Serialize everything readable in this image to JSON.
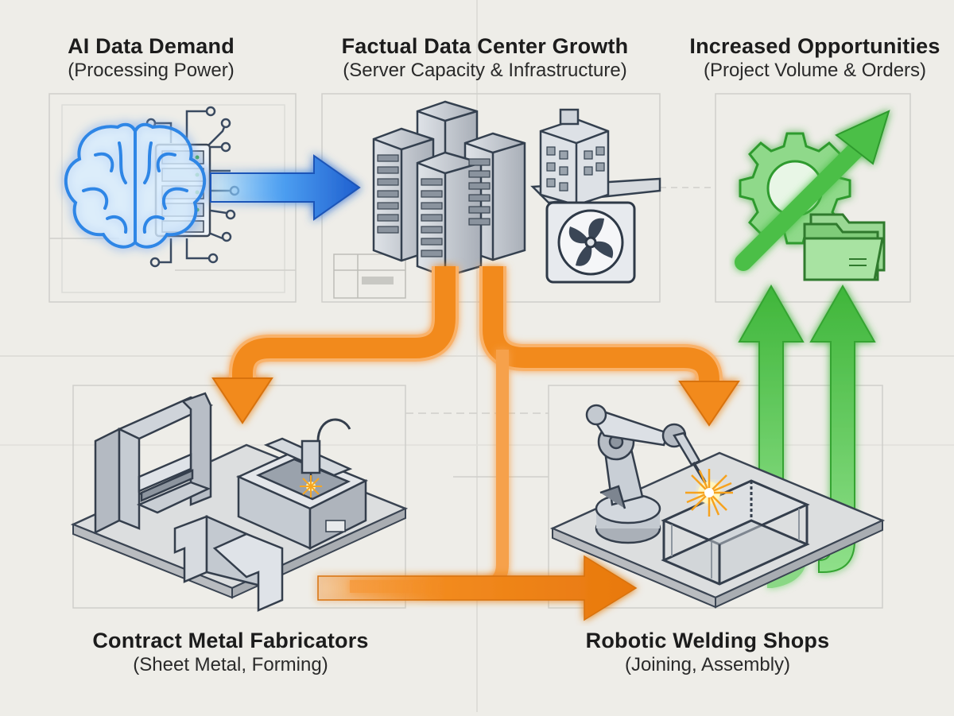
{
  "nodes": {
    "ai": {
      "title": "AI Data Demand",
      "subtitle": "(Processing Power)",
      "icons": [
        "brain-icon",
        "server-rack-icon",
        "circuit-traces-icon"
      ]
    },
    "datacenter": {
      "title": "Factual Data Center Growth",
      "subtitle": "(Server Capacity & Infrastructure)",
      "icons": [
        "server-tower-icon",
        "office-building-icon",
        "cooling-fan-icon"
      ]
    },
    "opportunities": {
      "title": "Increased Opportunities",
      "subtitle": "(Project Volume & Orders)",
      "icons": [
        "gear-icon",
        "growth-arrow-icon",
        "folders-icon"
      ]
    },
    "fabricators": {
      "title": "Contract Metal Fabricators",
      "subtitle": "(Sheet Metal, Forming)",
      "icons": [
        "press-brake-icon",
        "laser-cutter-icon",
        "metal-profile-icon"
      ]
    },
    "welding": {
      "title": "Robotic Welding Shops",
      "subtitle": "(Joining, Assembly)",
      "icons": [
        "robot-arm-icon",
        "weld-spark-icon",
        "steel-frame-icon"
      ]
    }
  },
  "colors": {
    "background": "#eeede8",
    "blueprint_line": "#c9c9c4",
    "ai_blue": "#2f7fe0",
    "ai_glow": "#6cc3ff",
    "flow_orange": "#f28a1e",
    "flow_green": "#52c24a",
    "machine_gray": "#b7bcc4",
    "platform": "#dcdedf"
  }
}
